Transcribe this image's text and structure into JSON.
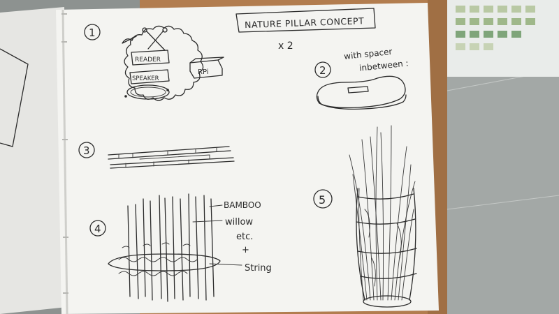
{
  "sketch": {
    "title": "NATURE PILLAR CONCEPT",
    "step1": {
      "number": "1",
      "labels": {
        "reader": "READER",
        "rpi": "RPi",
        "speaker": "SPEAKER"
      }
    },
    "multiplier": "x 2",
    "step2": {
      "number": "2",
      "note_line1": "with spacer",
      "note_line2": "inbetween :"
    },
    "step3": {
      "number": "3"
    },
    "step4": {
      "number": "4",
      "label_bamboo": "BAMBOO",
      "label_willow": "willow",
      "label_etc": "etc.",
      "label_plus": "+",
      "label_string": "String"
    },
    "step5": {
      "number": "5"
    }
  },
  "colors": {
    "paper": "#f4f4f1",
    "ink": "#2b2b2b",
    "cork": "#b07c4e",
    "floor": "#8e9390"
  }
}
